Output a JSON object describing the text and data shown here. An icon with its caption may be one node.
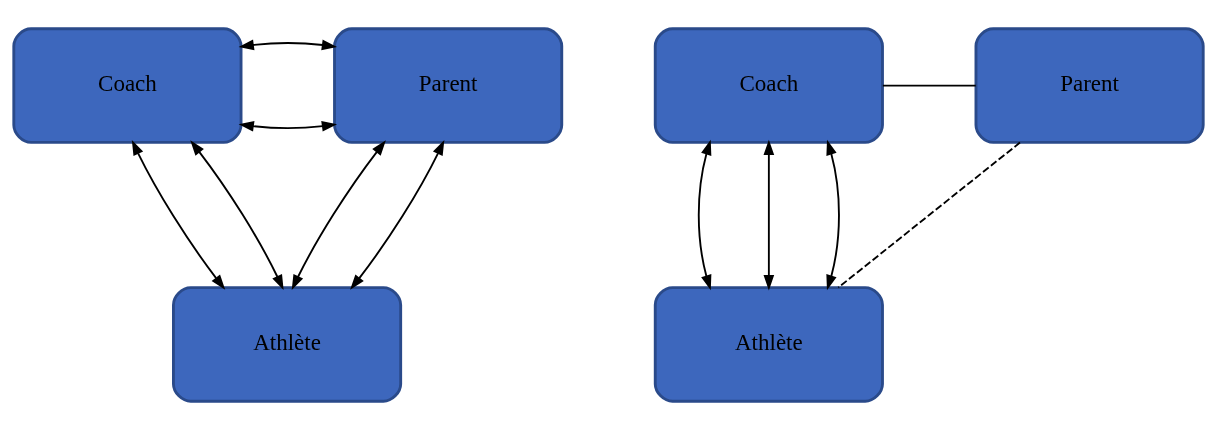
{
  "diagram": {
    "nodes": [
      {
        "text": [
          "Coach"
        ]
      },
      {
        "text": [
          "Parent"
        ]
      },
      {
        "text": [
          "Athlète"
        ]
      },
      {
        "text": [
          "Coach"
        ]
      },
      {
        "text": [
          "Parent"
        ]
      },
      {
        "text": [
          "Athlète"
        ]
      }
    ],
    "edges": [
      {
        "from": 0,
        "to": 1,
        "arrow": "both"
      },
      {
        "from": 0,
        "to": 1,
        "arrow": "both"
      },
      {
        "from": 0,
        "to": 2,
        "arrow": "both"
      },
      {
        "from": 0,
        "to": 2,
        "arrow": "both"
      },
      {
        "from": 1,
        "to": 2,
        "arrow": "both"
      },
      {
        "from": 1,
        "to": 2,
        "arrow": "both"
      },
      {
        "from": 3,
        "to": 4,
        "arrow": "none"
      },
      {
        "from": 3,
        "to": 5,
        "arrow": "both"
      },
      {
        "from": 3,
        "to": 5,
        "arrow": "both"
      },
      {
        "from": 3,
        "to": 5,
        "arrow": "both"
      },
      {
        "from": 4,
        "to": 5,
        "arrow": "none",
        "style": "dashed"
      }
    ]
  }
}
